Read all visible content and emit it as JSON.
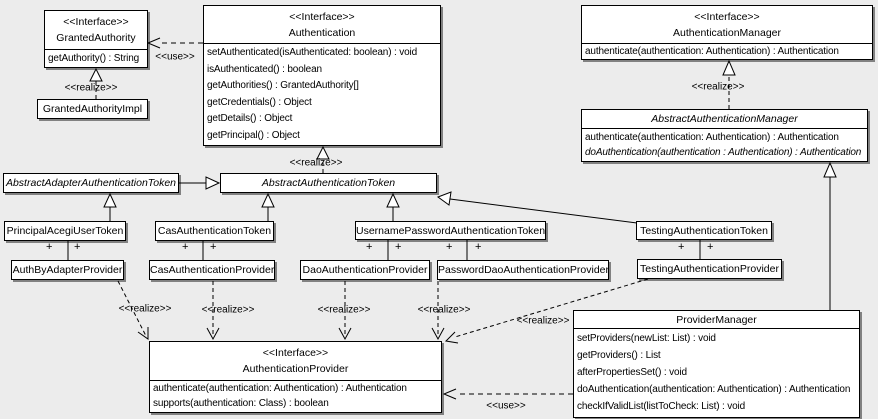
{
  "edge_labels": {
    "realize": "<<realize>>",
    "use": "<<use>>",
    "plus": "+"
  },
  "classes": {
    "granted_authority": {
      "stereotype": "<<Interface>>",
      "name": "GrantedAuthority",
      "methods": [
        "getAuthority() : String"
      ]
    },
    "granted_authority_impl": {
      "name": "GrantedAuthorityImpl"
    },
    "authentication": {
      "stereotype": "<<Interface>>",
      "name": "Authentication",
      "methods": [
        "setAuthenticated(isAuthenticated: boolean) : void",
        "isAuthenticated() : boolean",
        "getAuthorities() : GrantedAuthority[]",
        "getCredentials() : Object",
        "getDetails() : Object",
        "getPrincipal() : Object"
      ]
    },
    "authentication_manager": {
      "stereotype": "<<Interface>>",
      "name": "AuthenticationManager",
      "methods": [
        "authenticate(authentication: Authentication) : Authentication"
      ]
    },
    "abstract_authentication_manager": {
      "name": "AbstractAuthenticationManager",
      "methods": [
        "authenticate(authentication: Authentication) : Authentication",
        "doAuthentication(authentication : Authentication) : Authentication"
      ]
    },
    "abstract_adapter_authentication_token": {
      "name": "AbstractAdapterAuthenticationToken"
    },
    "abstract_authentication_token": {
      "name": "AbstractAuthenticationToken"
    },
    "principal_acegi_user_token": {
      "name": "PrincipalAcegiUserToken"
    },
    "cas_authentication_token": {
      "name": "CasAuthenticationToken"
    },
    "username_password_authentication_token": {
      "name": "UsernamePasswordAuthenticationToken"
    },
    "testing_authentication_token": {
      "name": "TestingAuthenticationToken"
    },
    "auth_by_adapter_provider": {
      "name": "AuthByAdapterProvider"
    },
    "cas_authentication_provider": {
      "name": "CasAuthenticationProvider"
    },
    "dao_authentication_provider": {
      "name": "DaoAuthenticationProvider"
    },
    "password_dao_authentication_provider": {
      "name": "PasswordDaoAuthenticationProvider"
    },
    "testing_authentication_provider": {
      "name": "TestingAuthenticationProvider"
    },
    "authentication_provider": {
      "stereotype": "<<Interface>>",
      "name": "AuthenticationProvider",
      "methods": [
        "authenticate(authentication: Authentication) : Authentication",
        "supports(authentication: Class) : boolean"
      ]
    },
    "provider_manager": {
      "name": "ProviderManager",
      "methods": [
        "setProviders(newList: List) : void",
        "getProviders() : List",
        "afterPropertiesSet() : void",
        "doAuthentication(authentication: Authentication) : Authentication",
        "checkIfValidList(listToCheck: List) : void"
      ]
    }
  }
}
